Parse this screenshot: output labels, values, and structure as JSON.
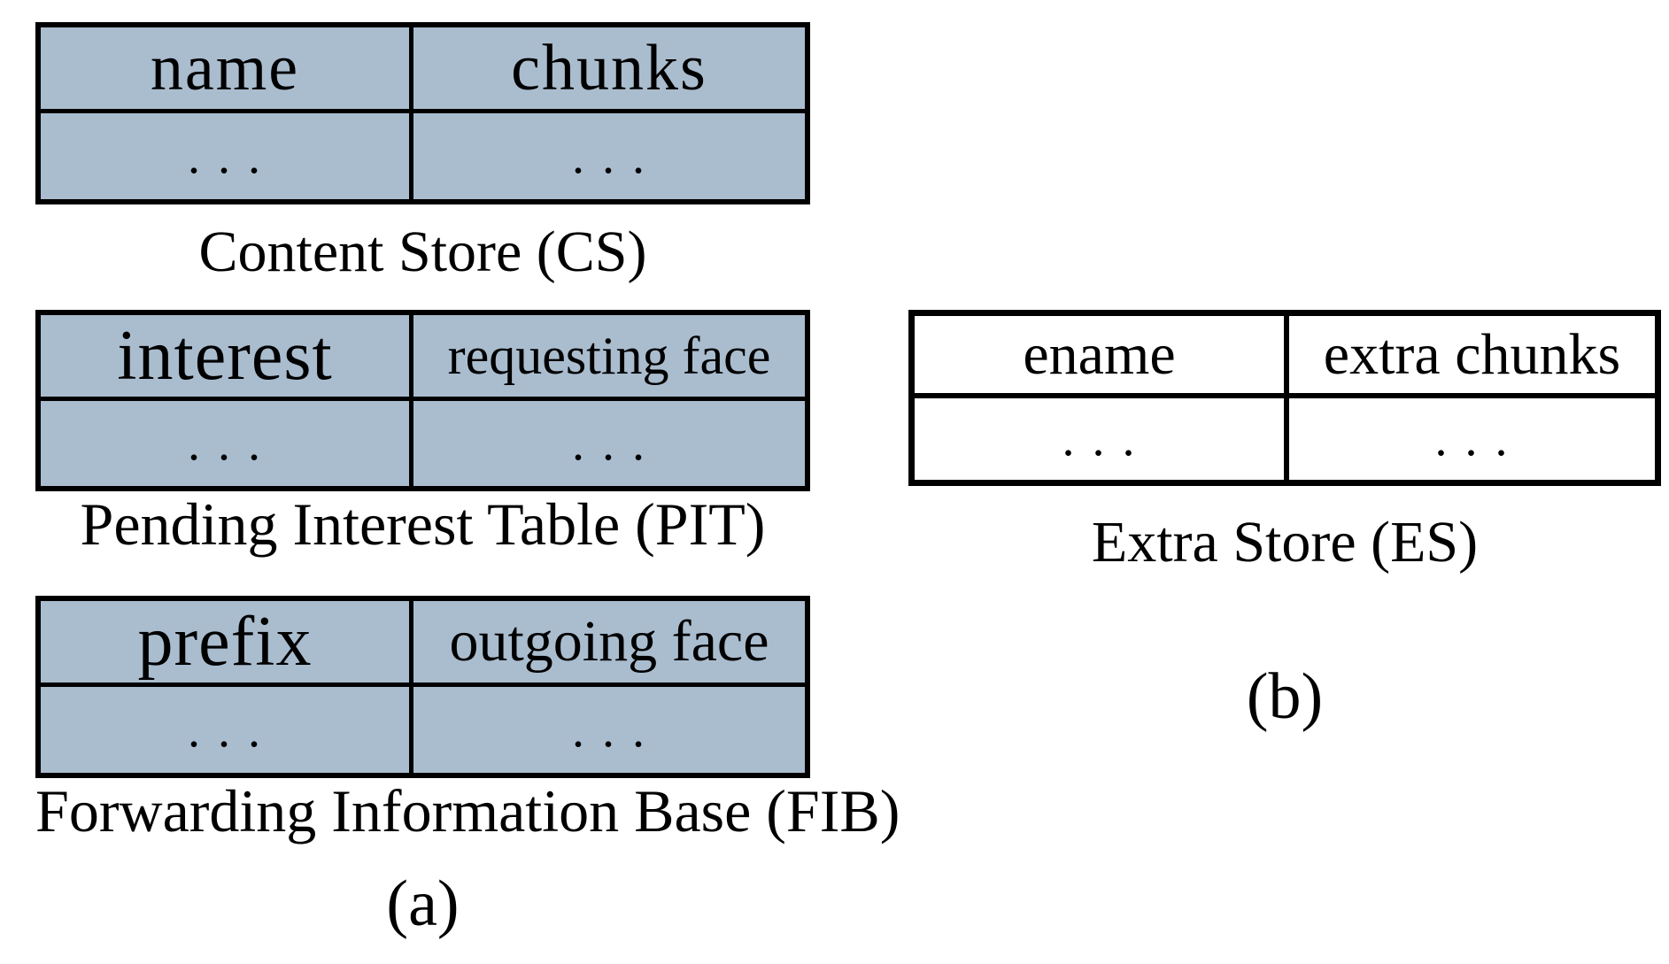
{
  "colors": {
    "background": "#ffffff",
    "table_fill_blue": "#aabdcf",
    "table_fill_white": "#ffffff",
    "border": "#000000",
    "text": "#000000"
  },
  "panel_a": {
    "label": "(a)",
    "tables": [
      {
        "caption": "Content Store (CS)",
        "headers": [
          "name",
          "chunks"
        ],
        "row": [
          ". . .",
          ". . ."
        ]
      },
      {
        "caption": "Pending Interest Table (PIT)",
        "headers": [
          "interest",
          "requesting face"
        ],
        "row": [
          ". . .",
          ". . ."
        ]
      },
      {
        "caption": "Forwarding Information Base (FIB)",
        "headers": [
          "prefix",
          "outgoing face"
        ],
        "row": [
          ". . .",
          ". . ."
        ]
      }
    ]
  },
  "panel_b": {
    "label": "(b)",
    "tables": [
      {
        "caption": "Extra Store (ES)",
        "headers": [
          "ename",
          "extra chunks"
        ],
        "row": [
          ". . .",
          ". . ."
        ]
      }
    ]
  }
}
